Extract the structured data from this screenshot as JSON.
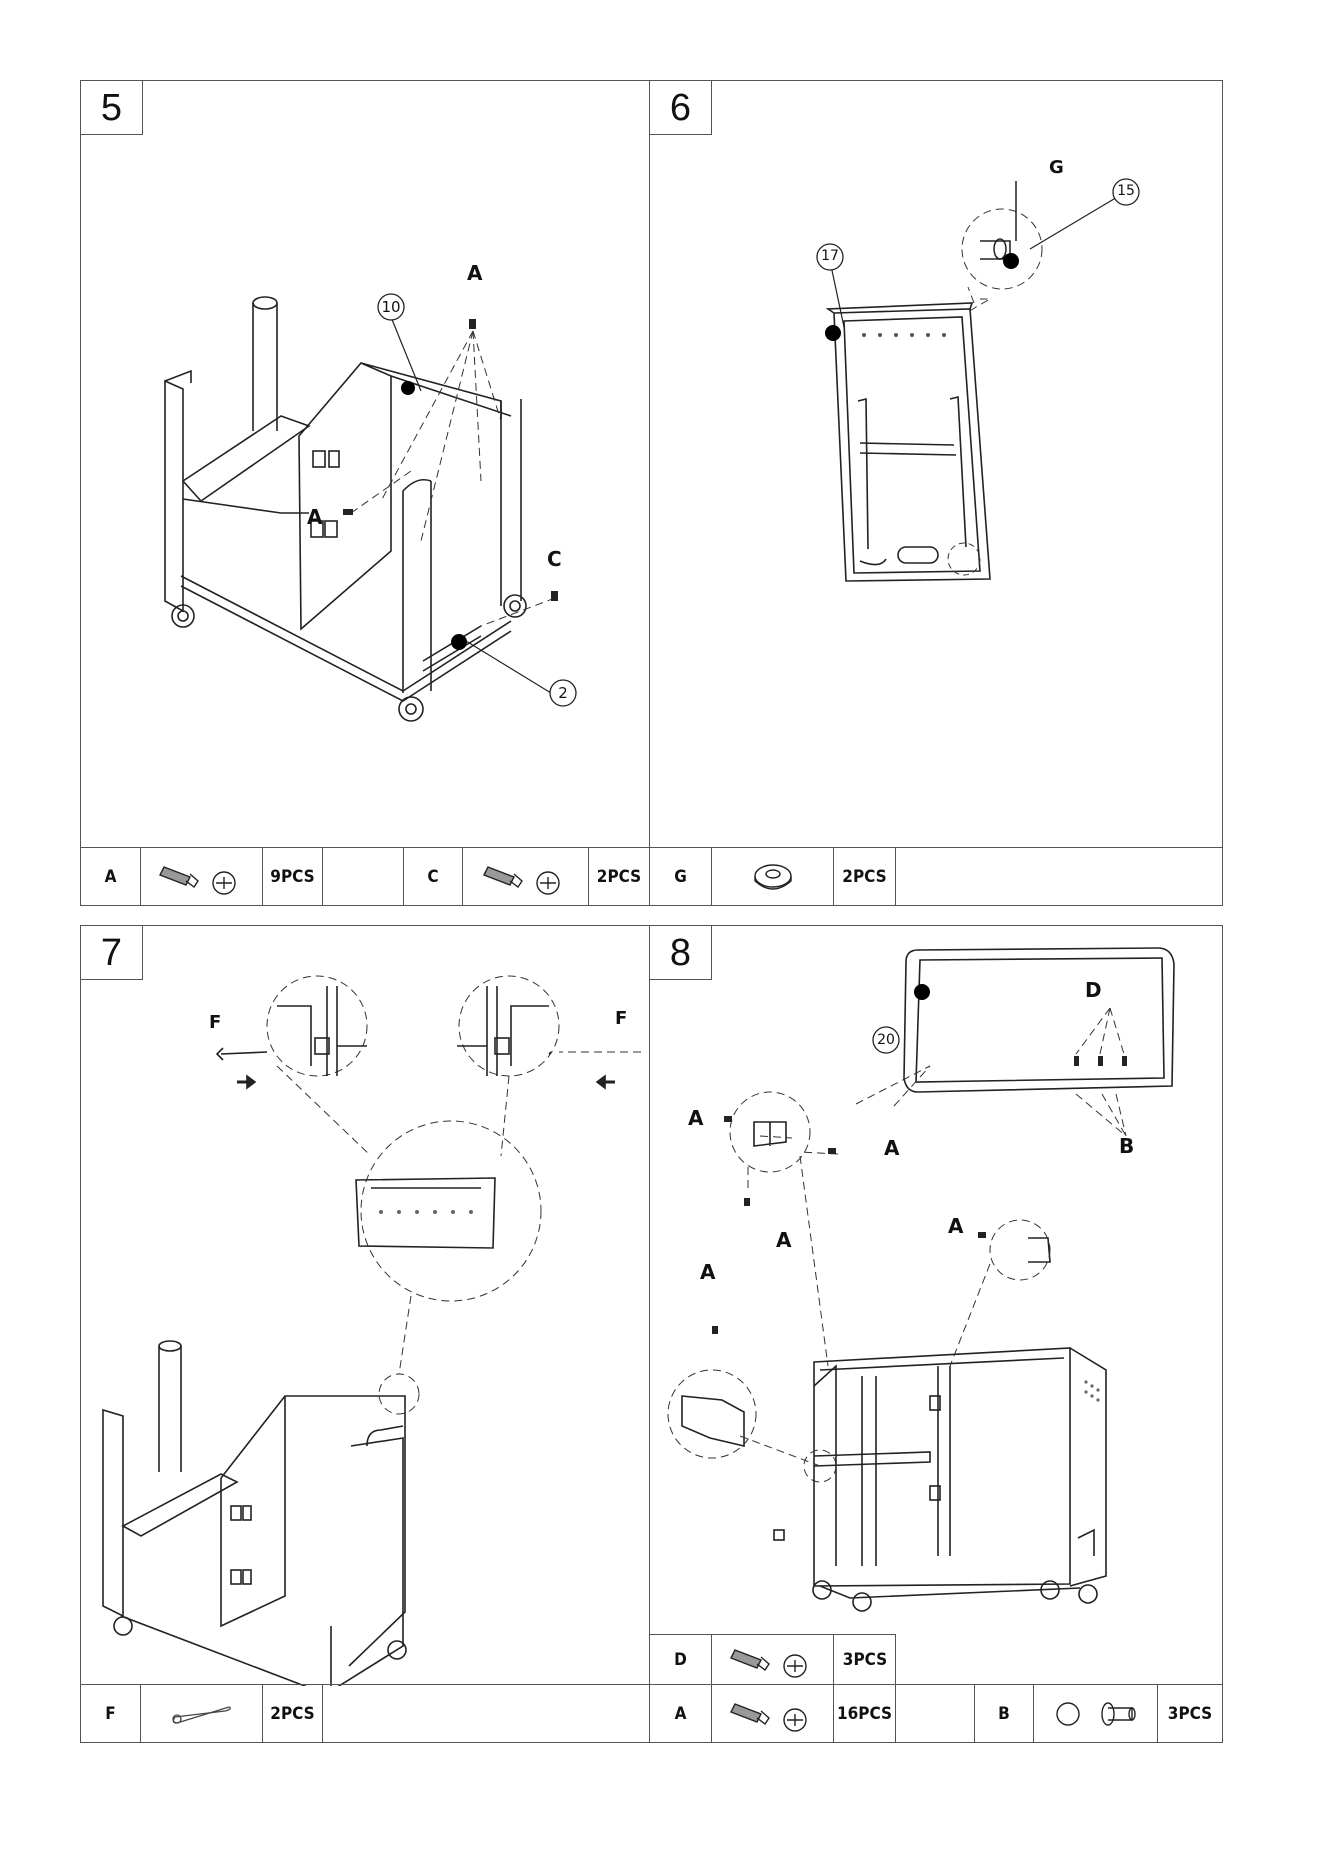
{
  "steps": [
    {
      "number": "5",
      "callouts": {
        "a_top": "A",
        "a_mid": "A",
        "c": "C",
        "n10": "10",
        "n2": "2"
      },
      "parts": [
        {
          "code": "A",
          "icon": "screw-and-washer-icon",
          "qty": "9PCS"
        },
        {
          "code": "C",
          "icon": "screw-and-washer-icon",
          "qty": "2PCS"
        }
      ]
    },
    {
      "number": "6",
      "callouts": {
        "g": "G",
        "n15": "15",
        "n17": "17"
      },
      "parts": [
        {
          "code": "G",
          "icon": "washer-ring-icon",
          "qty": "2PCS"
        }
      ]
    },
    {
      "number": "7",
      "callouts": {
        "f_left": "F",
        "f_right": "F"
      },
      "parts": [
        {
          "code": "F",
          "icon": "r-clip-pin-icon",
          "qty": "2PCS"
        }
      ]
    },
    {
      "number": "8",
      "callouts": {
        "d": "D",
        "b": "B",
        "n20": "20",
        "a1": "A",
        "a2": "A",
        "a3": "A",
        "a4": "A",
        "a5": "A"
      },
      "parts": [
        {
          "code": "D",
          "icon": "screw-and-washer-icon",
          "qty": "3PCS"
        },
        {
          "code": "A",
          "icon": "screw-and-washer-icon",
          "qty": "16PCS"
        },
        {
          "code": "B",
          "icon": "spacer-and-ring-icon",
          "qty": "3PCS"
        }
      ]
    }
  ]
}
